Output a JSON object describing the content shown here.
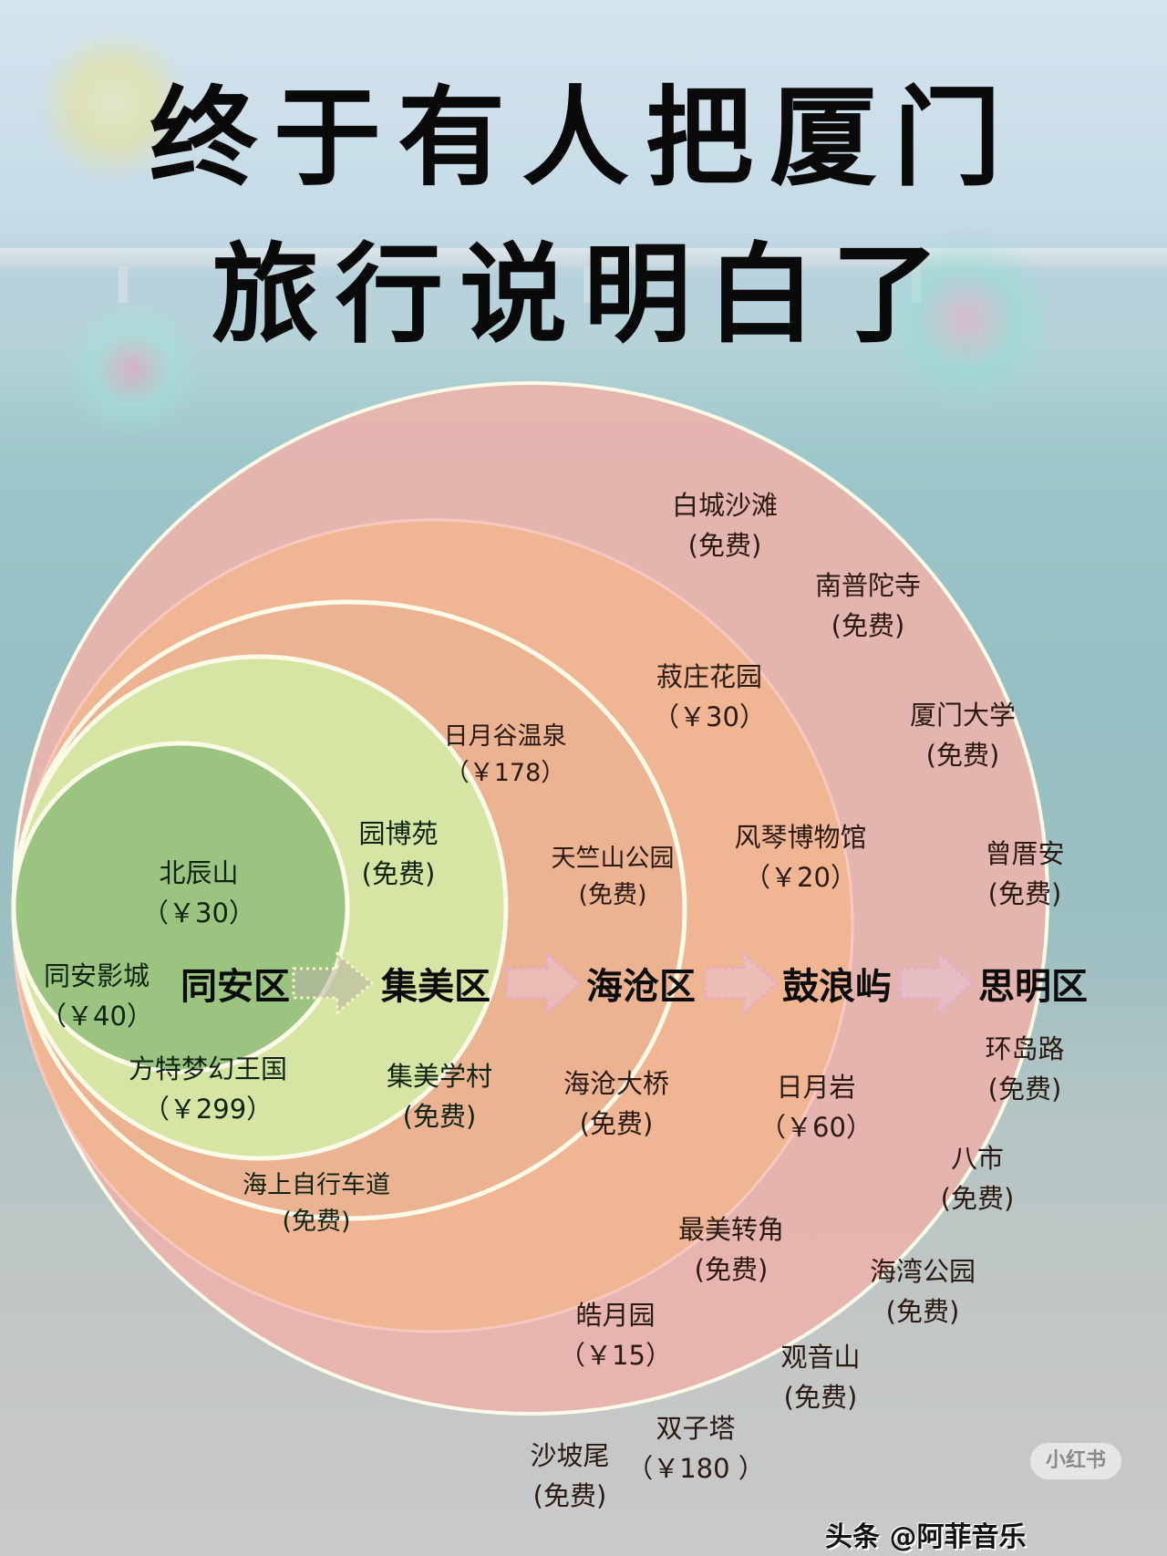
{
  "title": {
    "line1": "终于有人把厦门",
    "line2": "旅行说明白了"
  },
  "colors": {
    "tongan": "#9cc481",
    "jimei": "#d6e5a3",
    "haicang": "#eeb592",
    "gulangyu": "#f0b590",
    "siming": "#eab3ad",
    "ring_stroke": "#fbfbe8",
    "arrow": "#d9a9d6"
  },
  "districts": [
    {
      "name": "同安区",
      "order": 1
    },
    {
      "name": "集美区",
      "order": 2
    },
    {
      "name": "海沧区",
      "order": 3
    },
    {
      "name": "鼓浪屿",
      "order": 4
    },
    {
      "name": "思明区",
      "order": 5
    }
  ],
  "attractions": {
    "tongan": [
      {
        "name": "北辰山",
        "price": "（￥30）"
      },
      {
        "name": "同安影城",
        "price": "（￥40）"
      },
      {
        "name": "方特梦幻王国",
        "price": "（￥299）"
      }
    ],
    "jimei": [
      {
        "name": "园博苑",
        "price": "(免费)"
      },
      {
        "name": "集美学村",
        "price": "(免费)"
      },
      {
        "name": "海上自行车道",
        "price": "(免费)"
      }
    ],
    "haicang": [
      {
        "name": "日月谷温泉",
        "price": "（￥178）"
      },
      {
        "name": "天竺山公园",
        "price": "(免费)"
      },
      {
        "name": "海沧大桥",
        "price": "(免费)"
      }
    ],
    "gulangyu": [
      {
        "name": "菽庄花园",
        "price": "（￥30）"
      },
      {
        "name": "风琴博物馆",
        "price": "（￥20）"
      },
      {
        "name": "日月岩",
        "price": "（￥60）"
      },
      {
        "name": "最美转角",
        "price": "(免费)"
      },
      {
        "name": "皓月园",
        "price": "（￥15）"
      }
    ],
    "siming": [
      {
        "name": "白城沙滩",
        "price": "(免费)"
      },
      {
        "name": "南普陀寺",
        "price": "(免费)"
      },
      {
        "name": "厦门大学",
        "price": "(免费)"
      },
      {
        "name": "曾厝安",
        "price": "(免费)"
      },
      {
        "name": "环岛路",
        "price": "(免费)"
      },
      {
        "name": "八市",
        "price": "(免费)"
      },
      {
        "name": "海湾公园",
        "price": "(免费)"
      },
      {
        "name": "观音山",
        "price": "(免费)"
      },
      {
        "name": "双子塔",
        "price": "（￥180 ）"
      },
      {
        "name": "沙坡尾",
        "price": "(免费)"
      }
    ]
  },
  "watermark": {
    "badge": "小红书",
    "text": "头条 @阿菲音乐"
  }
}
